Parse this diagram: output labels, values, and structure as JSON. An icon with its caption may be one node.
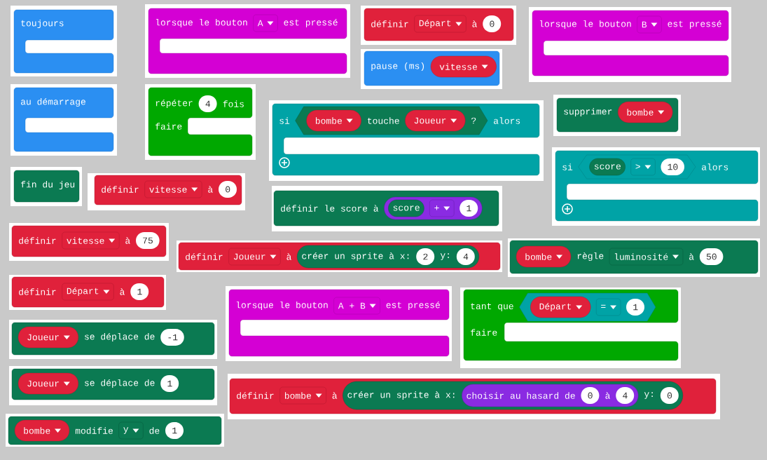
{
  "diagram": {
    "nodes": [
      {
        "text": [
          "toujours"
        ]
      },
      {
        "text": [
          "lorsque le bouton",
          "A",
          "est pressé"
        ]
      },
      {
        "text": [
          "définir",
          "Départ",
          "à",
          "0"
        ]
      },
      {
        "text": [
          "lorsque le bouton",
          "B",
          "est pressé"
        ]
      },
      {
        "text": [
          "pause (ms)",
          "vitesse"
        ]
      },
      {
        "text": [
          "au démarrage"
        ]
      },
      {
        "text": [
          "répéter",
          "4",
          "fois",
          "faire"
        ]
      },
      {
        "text": [
          "si",
          "bombe",
          "touche",
          "Joueur",
          "?",
          "alors"
        ]
      },
      {
        "text": [
          "supprimer",
          "bombe"
        ]
      },
      {
        "text": [
          "si",
          "score",
          ">",
          "10",
          "alors"
        ]
      },
      {
        "text": [
          "fin du jeu"
        ]
      },
      {
        "text": [
          "définir",
          "vitesse",
          "à",
          "0"
        ]
      },
      {
        "text": [
          "définir le score à",
          "score",
          "+",
          "1"
        ]
      },
      {
        "text": [
          "définir",
          "vitesse",
          "à",
          "75"
        ]
      },
      {
        "text": [
          "définir",
          "Joueur",
          "à",
          "créer un sprite à x:",
          "2",
          "y:",
          "4"
        ]
      },
      {
        "text": [
          "bombe",
          "règle",
          "luminosité",
          "à",
          "50"
        ]
      },
      {
        "text": [
          "définir",
          "Départ",
          "à",
          "1"
        ]
      },
      {
        "text": [
          "lorsque le bouton",
          "A + B",
          "est pressé"
        ]
      },
      {
        "text": [
          "tant que",
          "Départ",
          "=",
          "1",
          "faire"
        ]
      },
      {
        "text": [
          "Joueur",
          "se déplace de",
          "-1"
        ]
      },
      {
        "text": [
          "Joueur",
          "se déplace de",
          "1"
        ]
      },
      {
        "text": [
          "définir",
          "bombe",
          "à",
          "créer un sprite à x:",
          "choisir au hasard de",
          "0",
          "à",
          "4",
          "y:",
          "0"
        ]
      },
      {
        "text": [
          "bombe",
          "modifie",
          "y",
          "de",
          "1"
        ]
      }
    ]
  }
}
